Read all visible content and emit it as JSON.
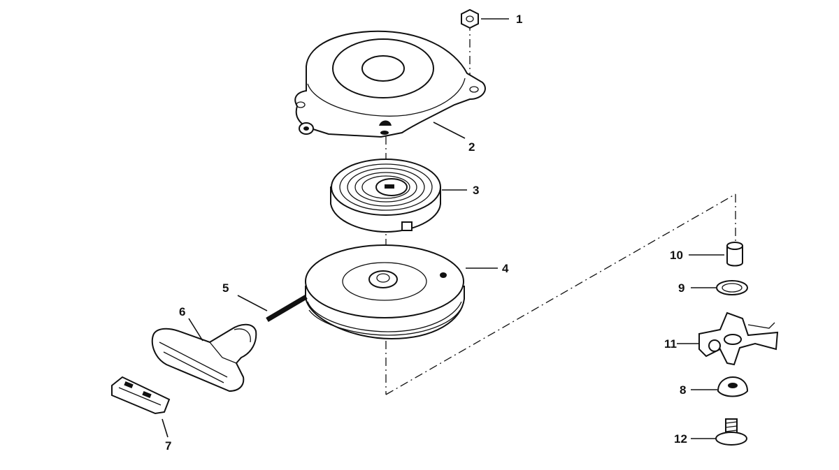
{
  "diagram": {
    "callouts": [
      "1",
      "2",
      "3",
      "4",
      "5",
      "6",
      "7",
      "8",
      "9",
      "10",
      "11",
      "12"
    ],
    "parts": [
      "hex-nut",
      "starter-housing",
      "rewind-spring",
      "rope-pulley",
      "starter-rope",
      "starter-handle",
      "handle-insert",
      "pawl-retainer-washer",
      "friction-washer",
      "spacer-bushing",
      "starter-pawl",
      "retainer-screw"
    ],
    "line_color": "#111111",
    "background": "#ffffff"
  }
}
